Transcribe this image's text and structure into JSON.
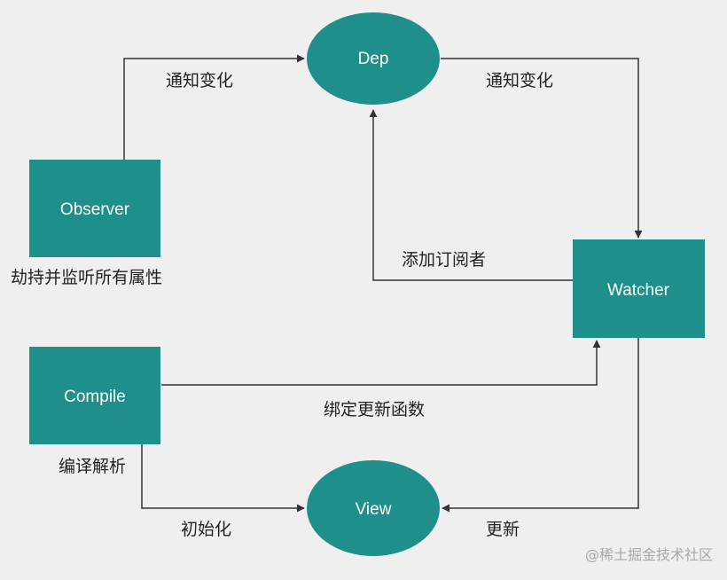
{
  "colors": {
    "node_fill": "#1f8f8b",
    "edge": "#333333",
    "background": "#efefef"
  },
  "nodes": {
    "dep": "Dep",
    "observer": "Observer",
    "watcher": "Watcher",
    "compile": "Compile",
    "view": "View"
  },
  "labels": {
    "observer_to_dep": "通知变化",
    "dep_to_watcher": "通知变化",
    "observer_caption": "劫持并监听所有属性",
    "watcher_to_dep": "添加订阅者",
    "compile_to_watcher": "绑定更新函数",
    "compile_caption": "编译解析",
    "compile_to_view": "初始化",
    "watcher_to_view": "更新"
  },
  "watermark": "@稀土掘金技术社区"
}
